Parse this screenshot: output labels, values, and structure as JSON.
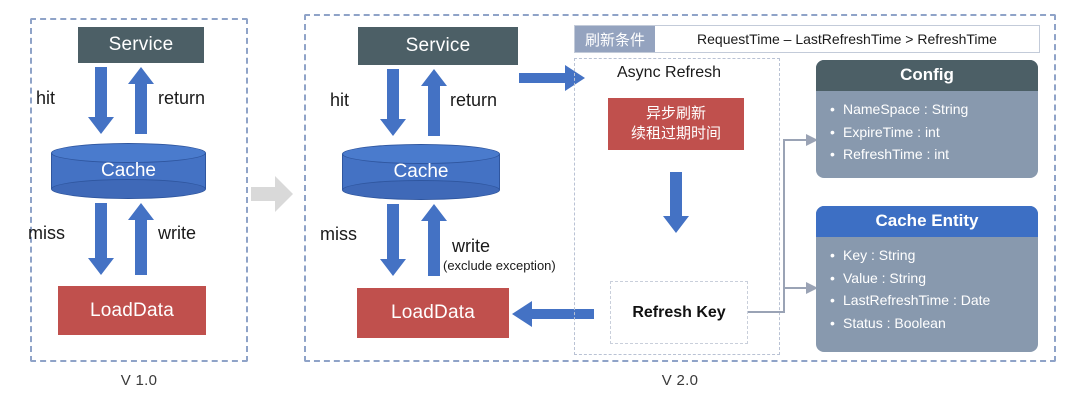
{
  "diagram": {
    "title_v1": "V 1.0",
    "title_v2": "V 2.0",
    "transition_icon": "right-arrow-icon"
  },
  "v1": {
    "nodes": {
      "service": "Service",
      "cache": "Cache",
      "loaddata": "LoadData"
    },
    "edges": {
      "hit": "hit",
      "return": "return",
      "miss": "miss",
      "write": "write"
    }
  },
  "v2": {
    "nodes": {
      "service": "Service",
      "cache": "Cache",
      "loaddata": "LoadData"
    },
    "edges": {
      "hit": "hit",
      "return": "return",
      "miss": "miss",
      "write": "write",
      "write_note": "(exclude exception)"
    },
    "condition": {
      "key": "刷新条件",
      "value": "RequestTime – LastRefreshTime > RefreshTime"
    },
    "async": {
      "title": "Async Refresh",
      "note_line1": "异步刷新",
      "note_line2": "续租过期时间",
      "refresh_key": "Refresh Key"
    },
    "config_panel": {
      "title": "Config",
      "fields": [
        "NameSpace : String",
        "ExpireTime : int",
        "RefreshTime : int"
      ]
    },
    "entity_panel": {
      "title": "Cache Entity",
      "fields": [
        "Key : String",
        "Value : String",
        "LastRefreshTime : Date",
        "Status : Boolean"
      ]
    }
  },
  "colors": {
    "service": "#4c5f66",
    "cache": "#4472c4",
    "loaddata": "#c0504d",
    "arrow_blue": "#4472c4",
    "dashed_border": "#8fa3c8",
    "panel_body": "#8899ae",
    "entity_head": "#3d6fc4",
    "condition_key": "#94a3bf",
    "connector_gray": "#9aa3b5",
    "transition_arrow": "#d9d9d9"
  }
}
